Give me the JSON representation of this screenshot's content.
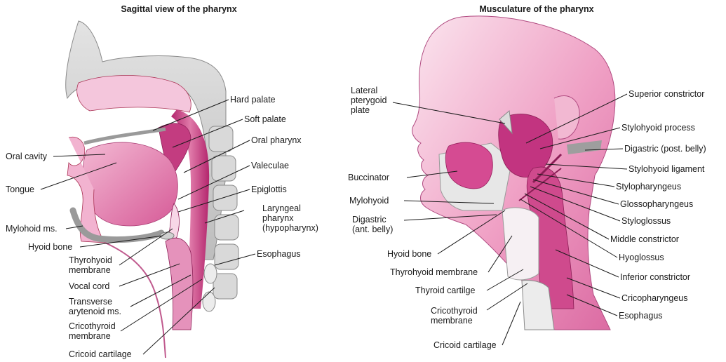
{
  "left_panel": {
    "title": "Sagittal view of the pharynx",
    "labels": [
      {
        "key": "hard_palate",
        "text": "Hard palate"
      },
      {
        "key": "soft_palate",
        "text": "Soft palate"
      },
      {
        "key": "oral_pharynx",
        "text": "Oral pharynx"
      },
      {
        "key": "oral_cavity",
        "text": "Oral cavity"
      },
      {
        "key": "valeculae",
        "text": "Valeculae"
      },
      {
        "key": "tongue",
        "text": "Tongue"
      },
      {
        "key": "epiglottis",
        "text": "Epiglottis"
      },
      {
        "key": "laryngeal_pharynx",
        "text": "Laryngeal\npharynx\n(hypopharynx)"
      },
      {
        "key": "mylohoid",
        "text": "Mylohoid ms."
      },
      {
        "key": "hyoid_bone",
        "text": "Hyoid bone"
      },
      {
        "key": "esophagus",
        "text": "Esophagus"
      },
      {
        "key": "thyrohyoid_membrane",
        "text": "Thyrohyoid\nmembrane"
      },
      {
        "key": "vocal_cord",
        "text": "Vocal cord"
      },
      {
        "key": "transverse_arytenoid",
        "text": "Transverse\narytenoid ms."
      },
      {
        "key": "cricothyroid_membrane",
        "text": "Cricothyroid\nmembrane"
      },
      {
        "key": "cricoid_cartilage",
        "text": "Cricoid cartilage"
      }
    ]
  },
  "right_panel": {
    "title": "Musculature of the pharynx",
    "labels": [
      {
        "key": "lateral_pterygoid",
        "text": "Lateral\npterygoid\nplate"
      },
      {
        "key": "superior_constrictor",
        "text": "Superior constrictor"
      },
      {
        "key": "stylohyoid_process",
        "text": "Stylohyoid process"
      },
      {
        "key": "digastric_post",
        "text": "Digastric (post. belly)"
      },
      {
        "key": "buccinator",
        "text": "Buccinator"
      },
      {
        "key": "stylohyoid_ligament",
        "text": "Stylohyoid ligament"
      },
      {
        "key": "stylopharyngeus",
        "text": "Stylopharyngeus"
      },
      {
        "key": "mylohyoid",
        "text": "Mylohyoid"
      },
      {
        "key": "glossopharyngeus",
        "text": "Glossopharyngeus"
      },
      {
        "key": "digastric_ant",
        "text": "Digastric\n(ant. belly)"
      },
      {
        "key": "styloglossus",
        "text": "Styloglossus"
      },
      {
        "key": "middle_constrictor",
        "text": "Middle constrictor"
      },
      {
        "key": "hyoid_bone",
        "text": "Hyoid bone"
      },
      {
        "key": "hyoglossus",
        "text": "Hyoglossus"
      },
      {
        "key": "thyrohyoid_membrane",
        "text": "Thyrohyoid membrane"
      },
      {
        "key": "inferior_constrictor",
        "text": "Inferior constrictor"
      },
      {
        "key": "thyroid_cartilage",
        "text": "Thyroid cartilge"
      },
      {
        "key": "cricopharyngeus",
        "text": "Cricopharyngeus"
      },
      {
        "key": "cricothyroid_membrane",
        "text": "Cricothyroid\nmembrane"
      },
      {
        "key": "esophagus",
        "text": "Esophagus"
      },
      {
        "key": "cricoid_cartilage",
        "text": "Cricoid cartilage"
      }
    ]
  },
  "colors": {
    "tissue_pink": "#e584b3",
    "tissue_deep": "#c8367f",
    "tissue_pale": "#f6d3e3",
    "bone_gray": "#cfcfcf",
    "bone_light": "#ececec"
  }
}
